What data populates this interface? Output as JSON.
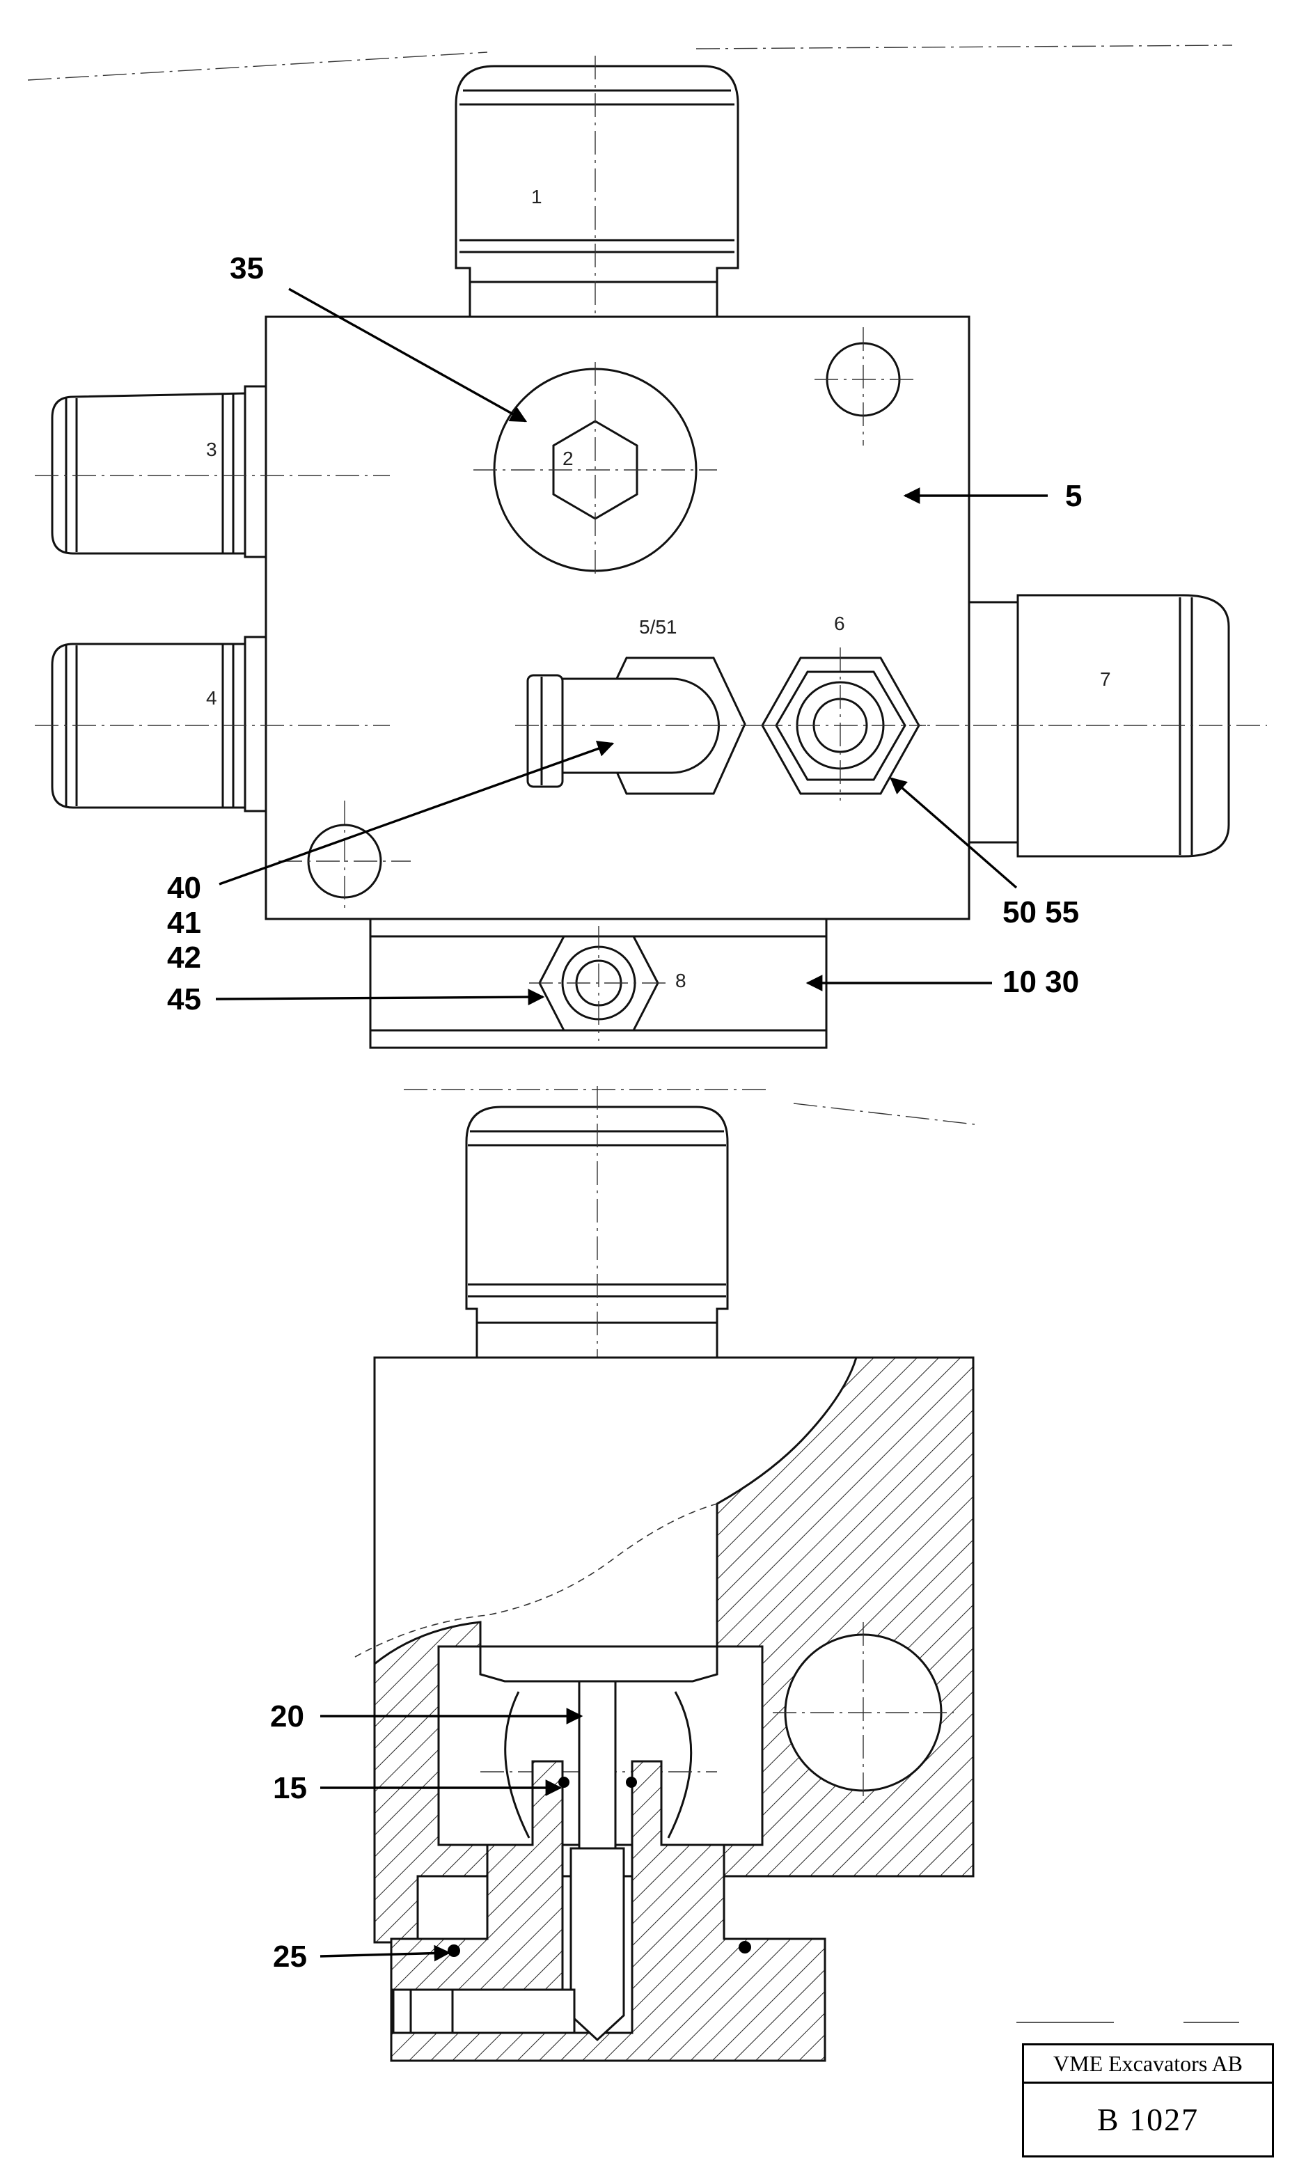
{
  "upper_view": {
    "part_labels": [
      "1",
      "2",
      "3",
      "4",
      "5/51",
      "6",
      "7",
      "8"
    ],
    "callouts": [
      "35",
      "5",
      "40",
      "41",
      "42",
      "45",
      "50 55",
      "10 30"
    ]
  },
  "lower_view": {
    "callouts": [
      "20",
      "15",
      "25"
    ]
  },
  "title_block": {
    "company": "VME Excavators AB",
    "reference": "B 1027"
  }
}
